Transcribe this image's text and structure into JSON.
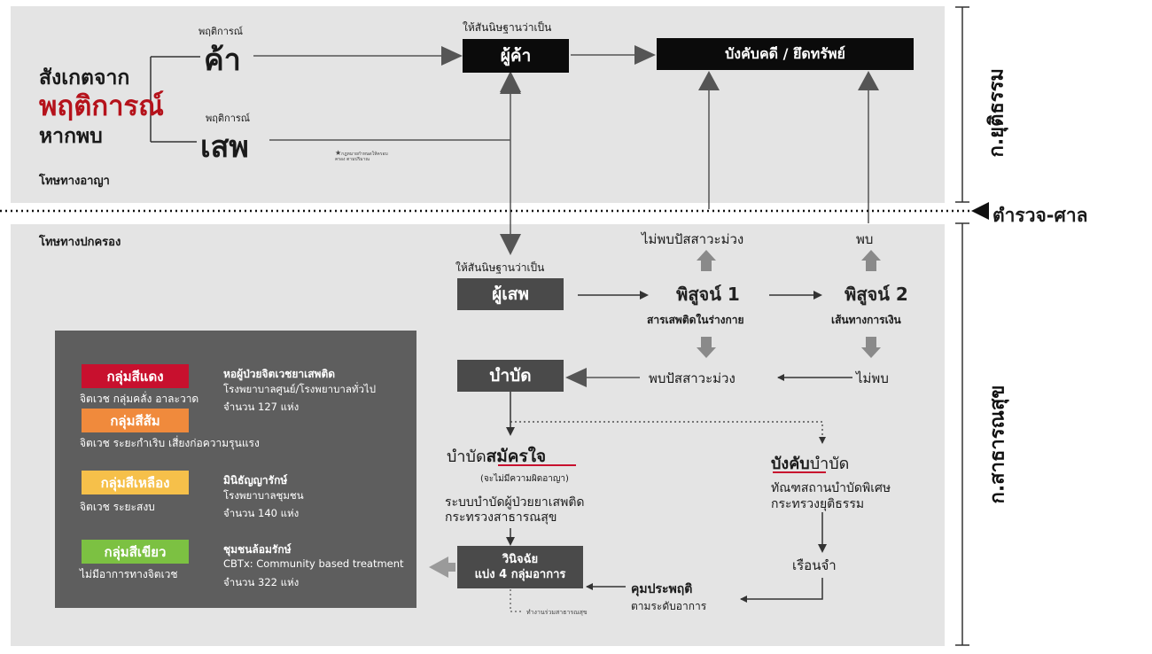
{
  "top": {
    "observe": "สังเกตจาก",
    "behavior": "พฤติการณ์",
    "if_found": "หากพบ",
    "small_behavior_trade": "พฤติการณ์",
    "trade": "ค้า",
    "small_behavior_use": "พฤติการณ์",
    "use": "เสพ",
    "criminal": "โทษทางอาญา",
    "note_tiny": "กฎหมายกำหนดให้ครอบครอง ตามปริมาณ",
    "presume_trade": "ให้สันนิษฐานว่าเป็น",
    "dealer": "ผู้ค้า",
    "enforce": "บังคับคดี / ยึดทรัพย์"
  },
  "side": {
    "justice_ministry": "ก.ยุติธรรม",
    "police_court": "ตำรวจ-ศาล",
    "health_ministry": "ก.สาธารณสุข"
  },
  "bottom": {
    "admin": "โทษทางปกครอง",
    "presume_use": "ให้สันนิษฐานว่าเป็น",
    "user": "ผู้เสพ",
    "proof1": "พิสูจน์ 1",
    "proof1_sub": "สารเสพติดในร่างกาย",
    "proof2": "พิสูจน์ 2",
    "proof2_sub": "เส้นทางการเงิน",
    "not_found_purple": "ไม่พบปัสสาวะม่วง",
    "found": "พบ",
    "found_purple": "พบปัสสาวะม่วง",
    "not_found": "ไม่พบ",
    "treatment": "บำบัด",
    "voluntary_pre": "บำบัด",
    "voluntary": "สมัครใจ",
    "voluntary_note": "(จะไม่มีความผิดอาญา)",
    "voluntary_sys1": "ระบบบำบัดผู้ป่วยยาเสพติด",
    "voluntary_sys2": "กระทรวงสาธารณสุข",
    "forced": "บังคับ",
    "forced_post": "บำบัด",
    "forced_sys1": "ทัณฑสถานบำบัดพิเศษ",
    "forced_sys2": "กระทรวงยุติธรรม",
    "diagnosis1": "วินิจฉัย",
    "diagnosis2": "แบ่ง 4 กลุ่มอาการ",
    "diag_note": "ทำงานร่วมสาธารณสุข",
    "prison": "เรือนจำ",
    "probation": "คุมประพฤติ",
    "probation_sub": "ตามระดับอาการ"
  },
  "legend": {
    "red": {
      "badge": "กลุ่มสีแดง",
      "sub": "จิตเวช กลุ่มคลั่ง อาละวาด",
      "head": "หอผู้ป่วยจิตเวชยาเสพติด",
      "line1": "โรงพยาบาลศูนย์/โรงพยาบาลทั่วไป",
      "line2": "จำนวน 127 แห่ง"
    },
    "orange": {
      "badge": "กลุ่มสีส้ม",
      "sub": "จิตเวช ระยะกำเริบ เสี่ยงก่อความรุนแรง"
    },
    "yellow": {
      "badge": "กลุ่มสีเหลือง",
      "sub": "จิตเวช ระยะสงบ",
      "head": "มินิธัญญารักษ์",
      "line1": "โรงพยาบาลชุมชน",
      "line2": "จำนวน 140 แห่ง"
    },
    "green": {
      "badge": "กลุ่มสีเขียว",
      "sub": "ไม่มีอาการทางจิตเวช",
      "head": "ชุมชนล้อมรักษ์",
      "line1": "CBTx: Community based treatment",
      "line2": "จำนวน 322 แห่ง"
    }
  },
  "colors": {
    "red": "#c8102e",
    "orange": "#f08a3c",
    "yellow": "#f6c04a",
    "green": "#7cc142",
    "behavior_red": "#b5121b"
  }
}
